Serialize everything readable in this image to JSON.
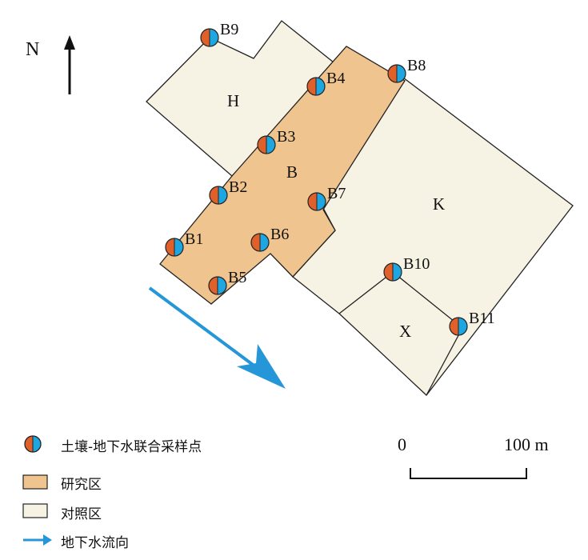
{
  "north_label": "N",
  "zones": {
    "H": "H",
    "B": "B",
    "K": "K",
    "X": "X"
  },
  "points": [
    "B1",
    "B2",
    "B3",
    "B4",
    "B5",
    "B6",
    "B7",
    "B8",
    "B9",
    "B10",
    "B11"
  ],
  "legend": {
    "sample_point": "土壤-地下水联合采样点",
    "study_area": "研究区",
    "control_area": "对照区",
    "groundwater_flow": "地下水流向"
  },
  "scale_bar": {
    "start": "0",
    "end": "100 m"
  },
  "colors": {
    "study_area_fill": "#f0c48e",
    "control_area_fill": "#f7f3e4",
    "marker_orange": "#e0602a",
    "marker_blue": "#1ea6e0",
    "flow_arrow": "#2597d8"
  }
}
